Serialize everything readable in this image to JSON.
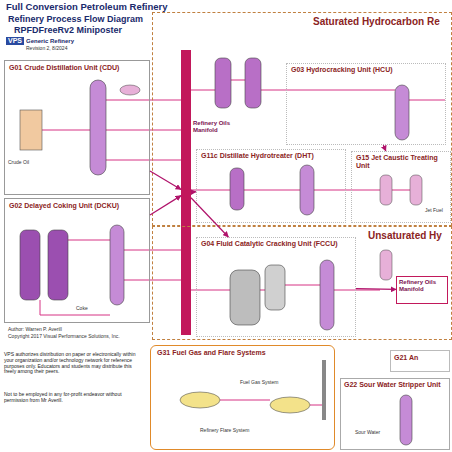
{
  "diagram": {
    "title": "Full Conversion Petroleum Refinery",
    "nodes": [
      {
        "text": [
          "Saturated Hydrocarbon Re"
        ]
      },
      {
        "text": [
          "G01 Crude Distillation Unit (CDU)"
        ]
      },
      {
        "text": [
          "Refinery Oils Manifold"
        ]
      },
      {
        "text": [
          "G03 Hydrocracking Unit (HCU)"
        ],
        "in": 0
      },
      {
        "text": [
          "G11c Distillate Hydrotreater (DHT)"
        ],
        "in": 0
      },
      {
        "text": [
          "G15 Jet Caustic Treating Unit"
        ],
        "in": 0
      },
      {
        "text": [
          "G02 Delayed Coking Unit (DCKU)"
        ]
      },
      {
        "text": [
          "Unsaturated Hy"
        ]
      },
      {
        "text": [
          "G04 Fluid Catalytic Cracking Unit (FCCU)"
        ],
        "in": 7
      },
      {
        "text": [
          "Refinery Oils Manifold"
        ],
        "in": 7
      },
      {
        "text": [
          "G31 Fuel Gas and Flare Systems"
        ]
      },
      {
        "text": [
          "G21 An"
        ]
      },
      {
        "text": [
          "G22 Sour Water Stripper Unit"
        ]
      }
    ],
    "edges": [
      {
        "from": 1,
        "to": 2,
        "arrow": "to"
      },
      {
        "from": 6,
        "to": 2,
        "arrow": "to"
      },
      {
        "from": 2,
        "to": 4,
        "arrow": "to"
      },
      {
        "from": 2,
        "to": 8,
        "arrow": "to"
      },
      {
        "from": 3,
        "to": 5,
        "arrow": "to"
      },
      {
        "from": 8,
        "to": 9,
        "arrow": "to"
      }
    ],
    "labels": [
      "Refinery Process Flow Diagram",
      "RPFDFreeRv2 Miniposter",
      "VPS",
      "Generic Refinery",
      "Revision 2, 8/2024",
      "Crude Oil",
      "Coke",
      "Jet Fuel",
      "Fuel Gas System",
      "Refinery Flare System",
      "Sour Water",
      "Author: Warren P. Averill",
      "Copyright 2017 Visual Performance Solutions, Inc.",
      "VPS authorizes distribution on paper or electronically within your organization and/or technology network for reference purposes only. Educators and students may distribute this freely among their peers.",
      "Not to be employed in any for-profit endeavor without permission from Mr Averill."
    ]
  }
}
